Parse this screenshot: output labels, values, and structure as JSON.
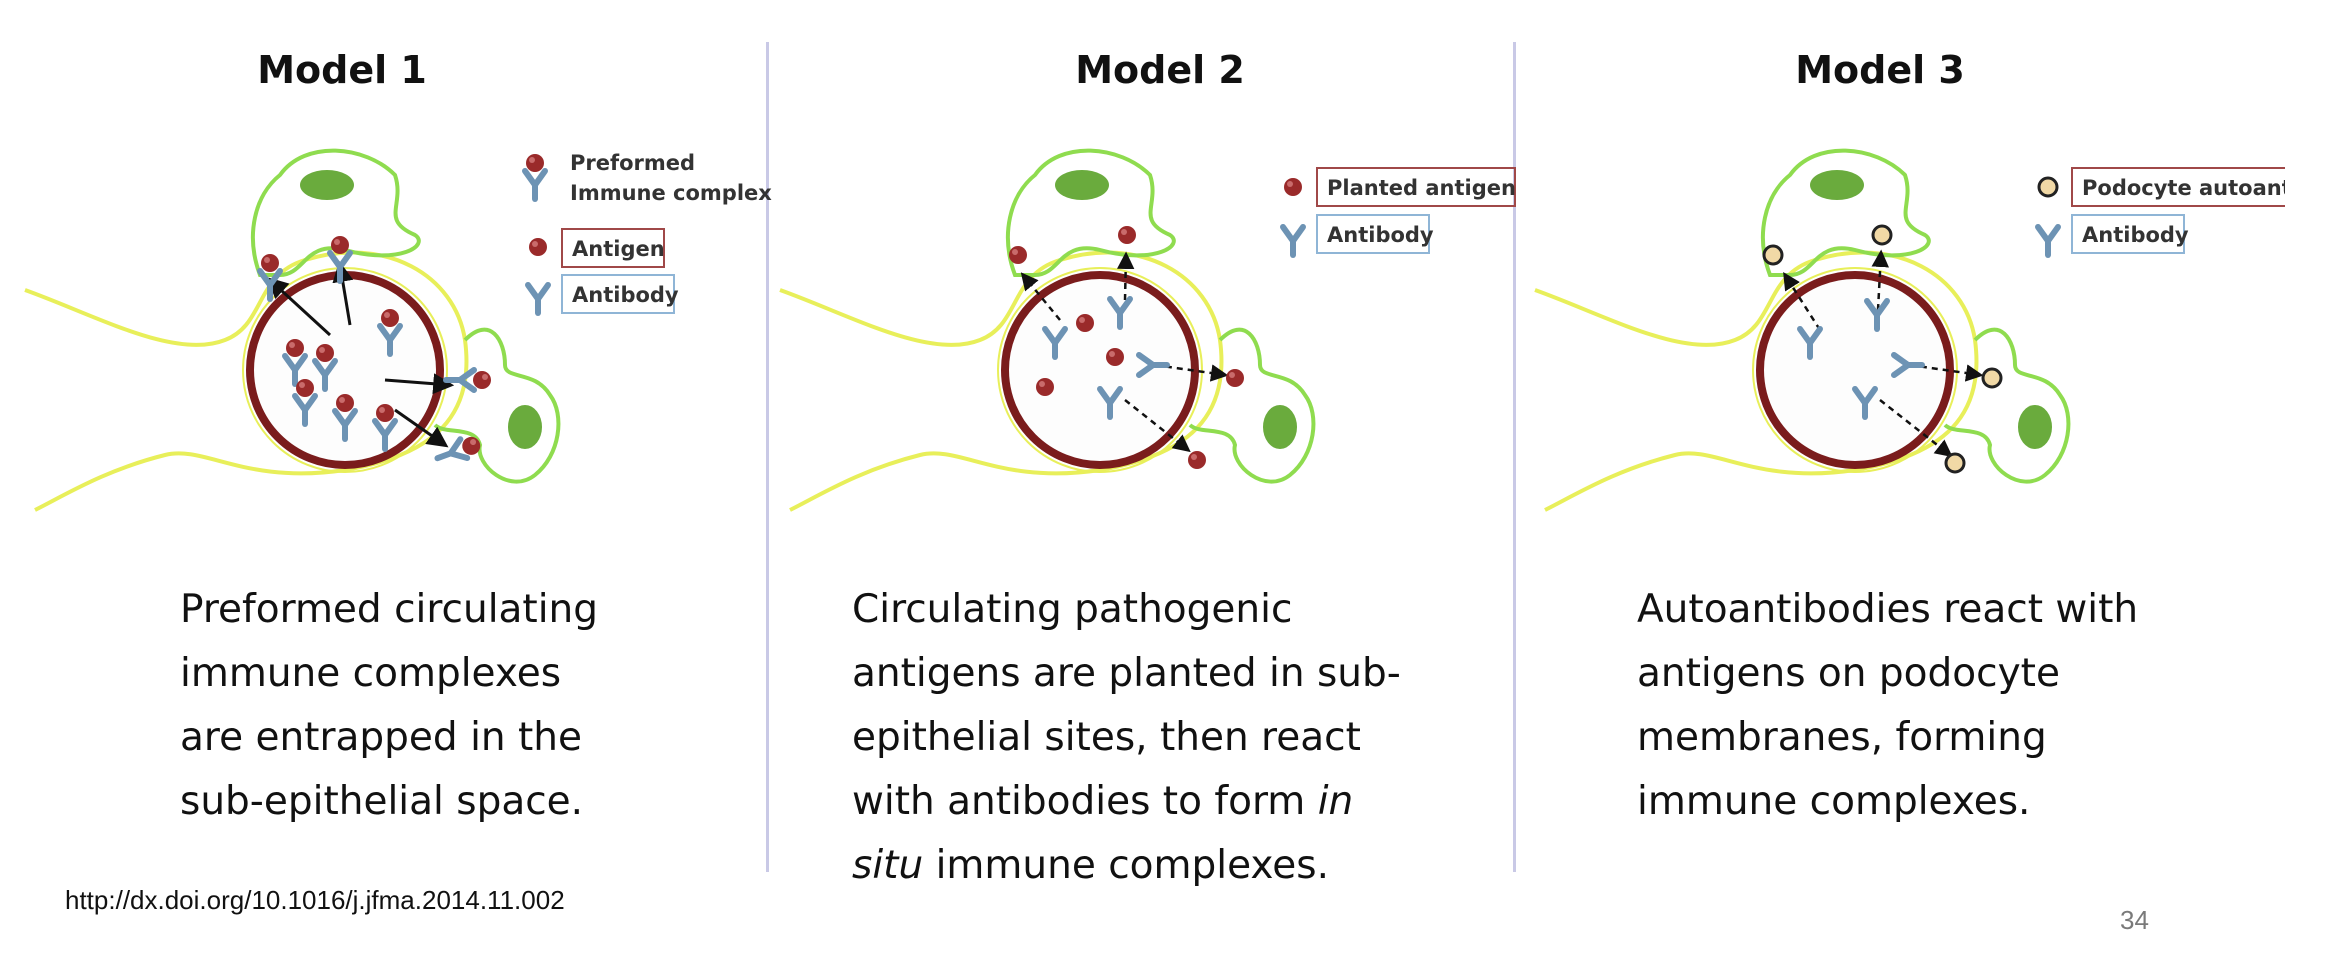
{
  "models": [
    {
      "title": "Model 1",
      "legend": {
        "complex_line1": "Preformed",
        "complex_line2": "Immune complex",
        "antigen": "Antigen",
        "antibody": "Antibody"
      },
      "description": [
        "Preformed circulating",
        "immune complexes",
        "are entrapped in the",
        "sub-epithelial space."
      ]
    },
    {
      "title": "Model 2",
      "legend": {
        "antigen": "Planted antigen",
        "antibody": "Antibody"
      },
      "description": [
        "Circulating pathogenic",
        "antigens are planted in sub-",
        "epithelial sites, then react",
        "with antibodies to form "
      ],
      "description_italic1": "in",
      "description_italic2": "situ",
      "description_tail": " immune complexes."
    },
    {
      "title": "Model 3",
      "legend": {
        "antigen": "Podocyte autoantigen",
        "antibody": "Antibody"
      },
      "description": [
        "Autoantibodies react with",
        "antigens on podocyte",
        "membranes, forming",
        "immune complexes."
      ]
    }
  ],
  "source": "http://dx.doi.org/10.1016/j.jfma.2014.11.002",
  "page_number": "34",
  "colors": {
    "membrane": "#e8ef5a",
    "podocyte": "#8fdc4f",
    "nucleus": "#6aab3d",
    "capillary": "#7a1c1c",
    "antigen": "#9a2a2a",
    "autoantigen": "#f1d9a6",
    "antibody": "#6d93b4"
  }
}
